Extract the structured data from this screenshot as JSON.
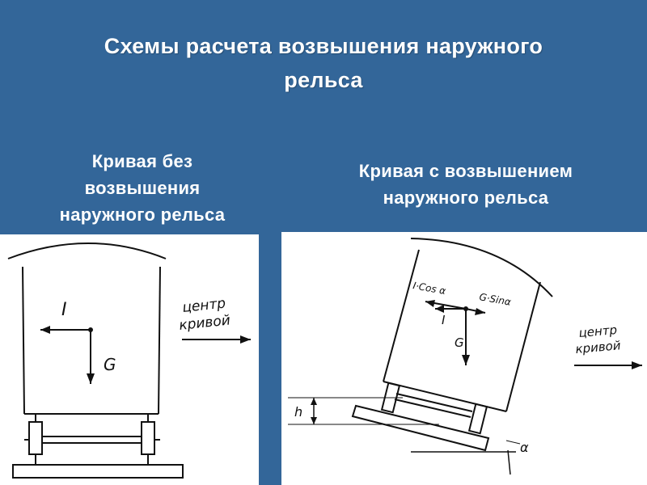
{
  "slide": {
    "title_line1": "Схемы расчета возвышения наружного",
    "title_line2": "рельса",
    "background_color": "#336699",
    "text_color": "#ffffff"
  },
  "left": {
    "caption_line1": "Кривая без",
    "caption_line2": "возвышения",
    "caption_line3": "наружного рельса",
    "diagram": {
      "label_force_inertia": "I",
      "label_force_gravity": "G",
      "direction_line1": "центр",
      "direction_line2": "кривой"
    }
  },
  "right": {
    "caption_line1": "Кривая с возвышением",
    "caption_line2": "наружного рельса",
    "diagram": {
      "label_i_cos": "I·Cos α",
      "label_g_sin": "G·Sinα",
      "label_force_inertia": "I",
      "label_force_gravity": "G",
      "label_height": "h",
      "label_angle": "α",
      "direction_line1": "центр",
      "direction_line2": "кривой"
    }
  }
}
